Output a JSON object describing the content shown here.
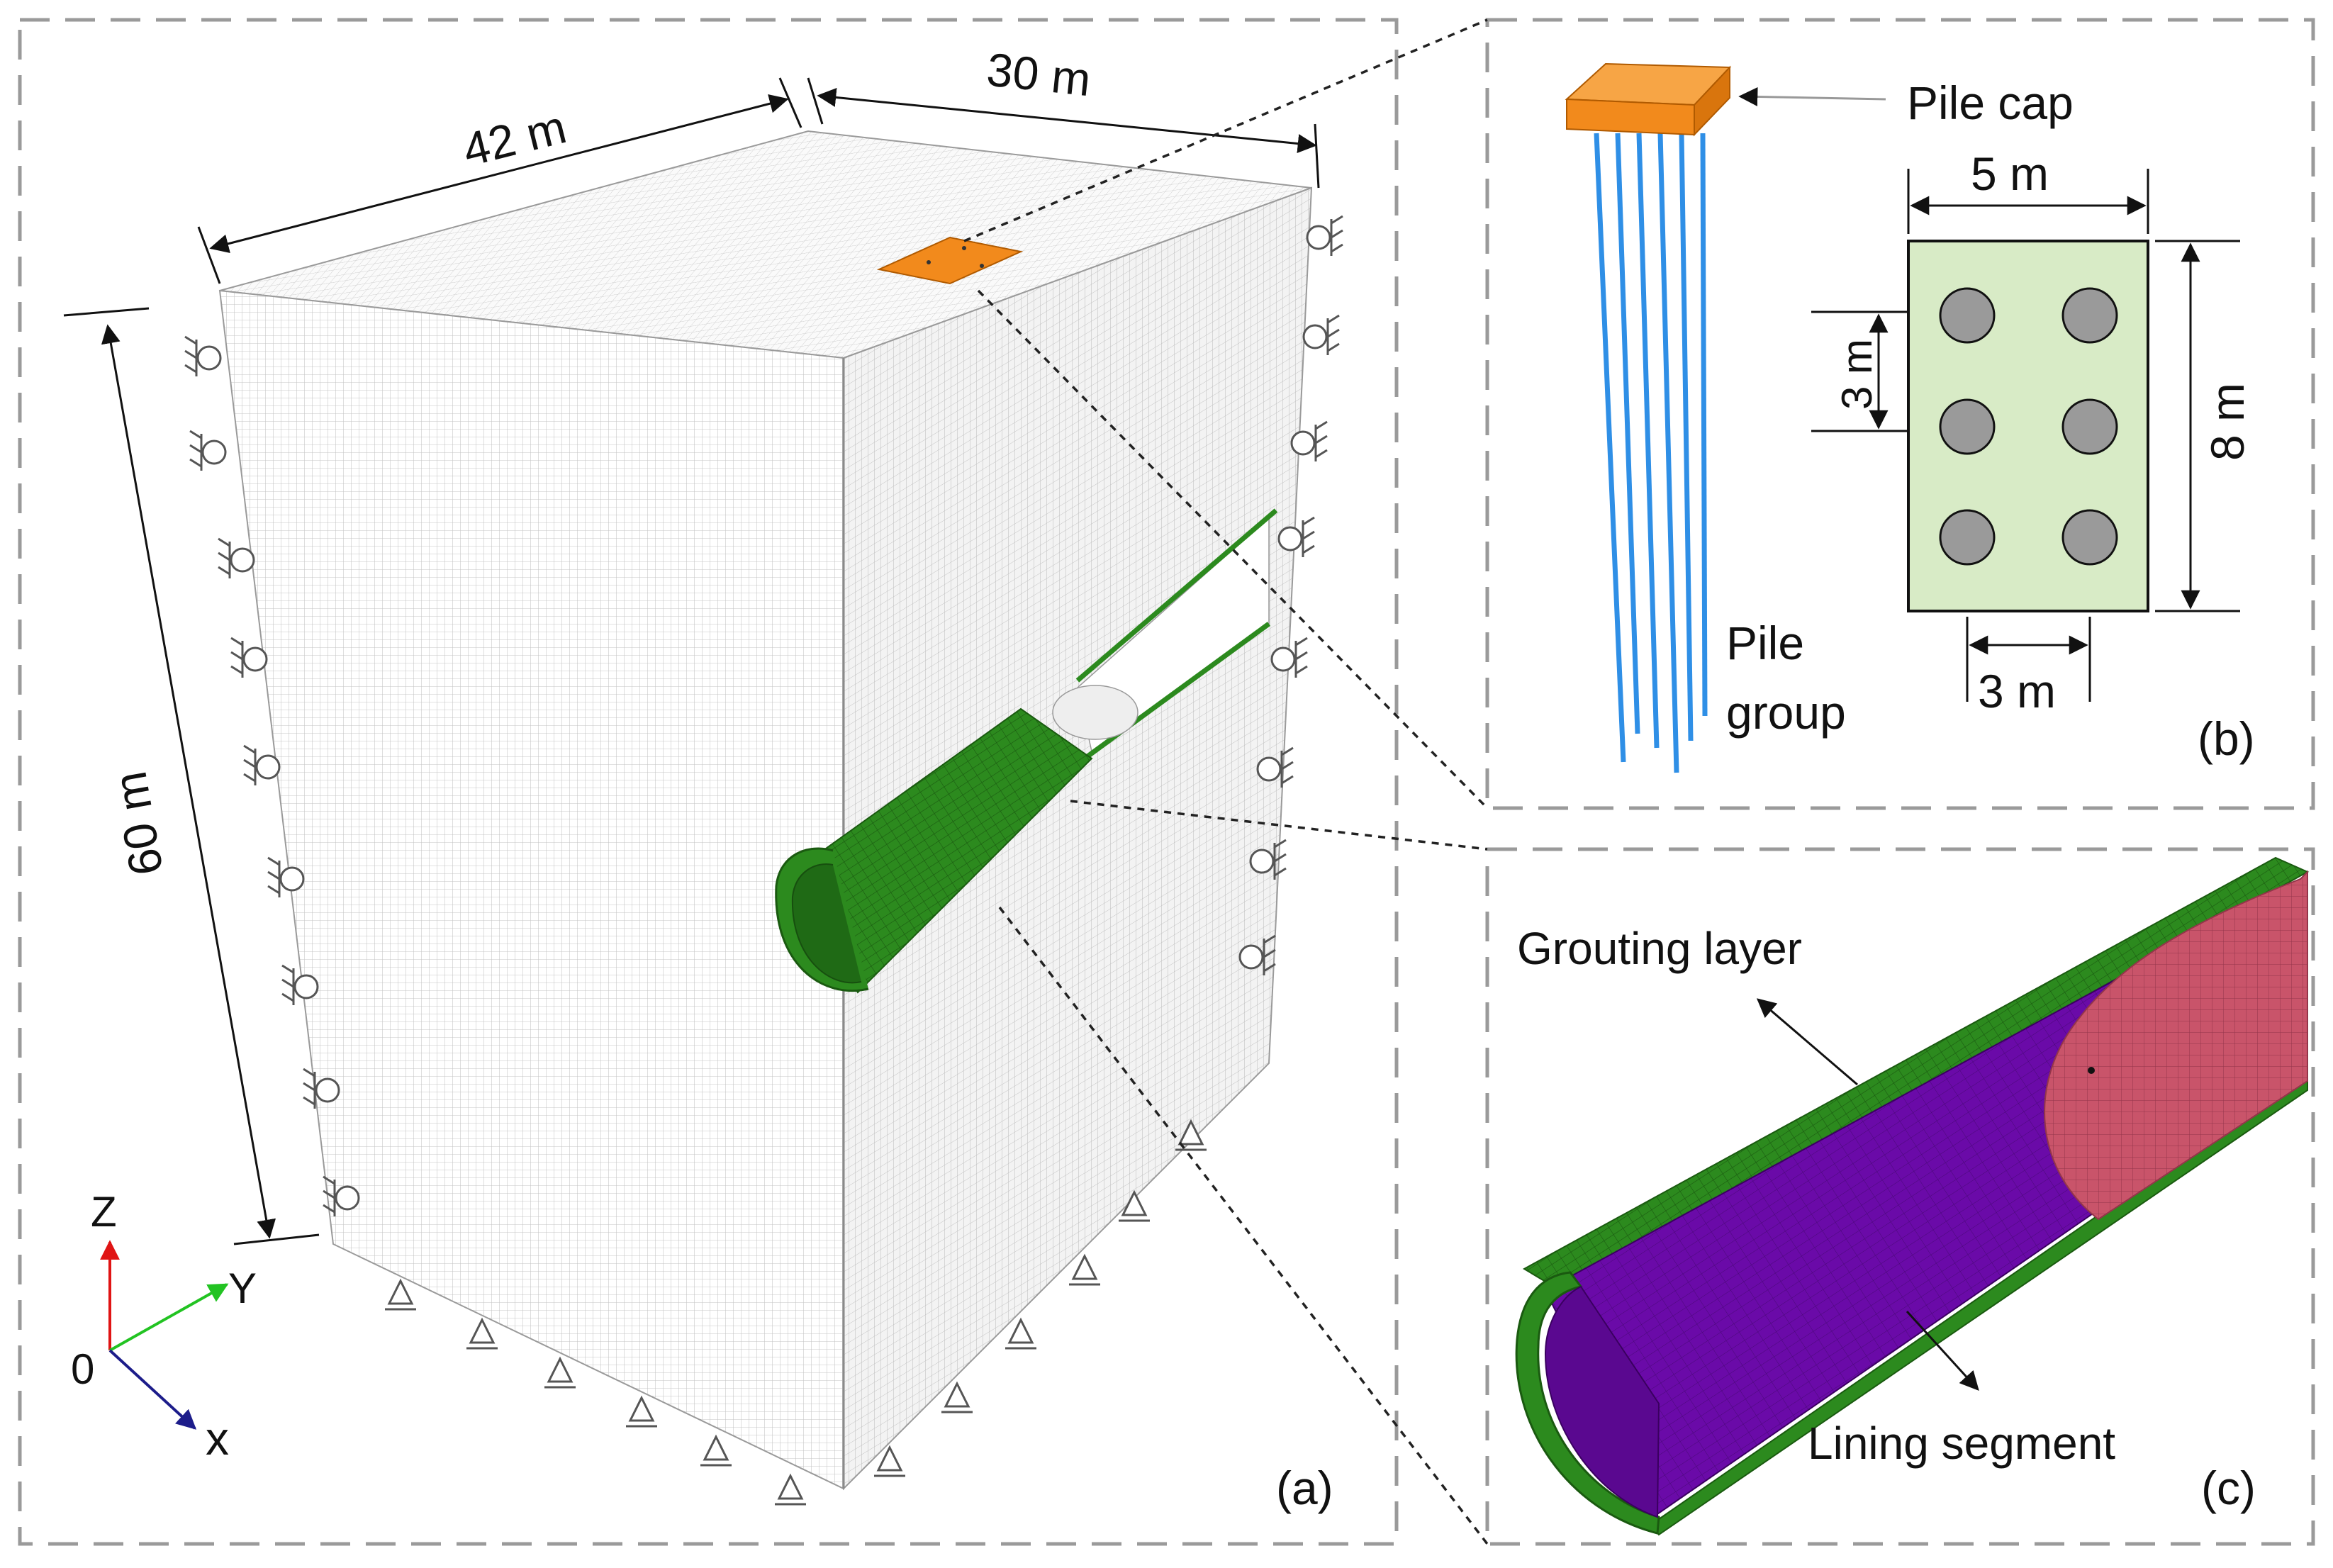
{
  "panel_a": {
    "label": "(a)",
    "dim_width": "42 m",
    "dim_depth": "30 m",
    "dim_height": "60 m",
    "axis_z": "Z",
    "axis_y": "Y",
    "axis_x": "x",
    "origin": "0"
  },
  "panel_b": {
    "label": "(b)",
    "pile_cap": "Pile cap",
    "pile_group_line1": "Pile",
    "pile_group_line2": "group",
    "dim_cap_width": "5 m",
    "dim_cap_length": "8 m",
    "dim_spacing_vertical": "3 m",
    "dim_spacing_horizontal": "3 m"
  },
  "panel_c": {
    "label": "(c)",
    "grouting_layer": "Grouting layer",
    "lining_segment": "Lining segment"
  },
  "colors": {
    "pile_cap": "#f28a1c",
    "piles": "#2f8fe6",
    "grout": "#2c8a1e",
    "lining": "#6a0aa8",
    "tunnel_face": "#c9546a",
    "cap_plan": "#d8ebc6",
    "pile_circle": "#9a9a9a",
    "dashed_border": "#9a9a9a"
  }
}
